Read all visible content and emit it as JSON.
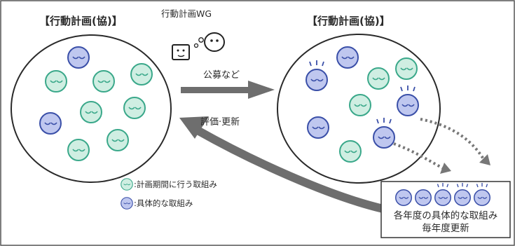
{
  "diagram": {
    "left_title": "【行動計画(協)】",
    "right_title": "【行動計画(協)】",
    "wg_label": "行動計画WG",
    "arrow_forward_label": "公募など",
    "arrow_back_label": "評価·更新",
    "legend": [
      {
        "label": ":計画期間に行う取組み",
        "color": "green-face"
      },
      {
        "label": ":具体的な取組み",
        "color": "blue-face"
      }
    ],
    "box_line1": "各年度の具体的な取組み",
    "box_line2": "毎年度更新"
  },
  "colors": {
    "green_fill": "#cfeee2",
    "green_stroke": "#3aa88a",
    "blue_fill": "#bfc7ef",
    "blue_stroke": "#3a4fa8",
    "arrow": "#6e6e6e"
  }
}
